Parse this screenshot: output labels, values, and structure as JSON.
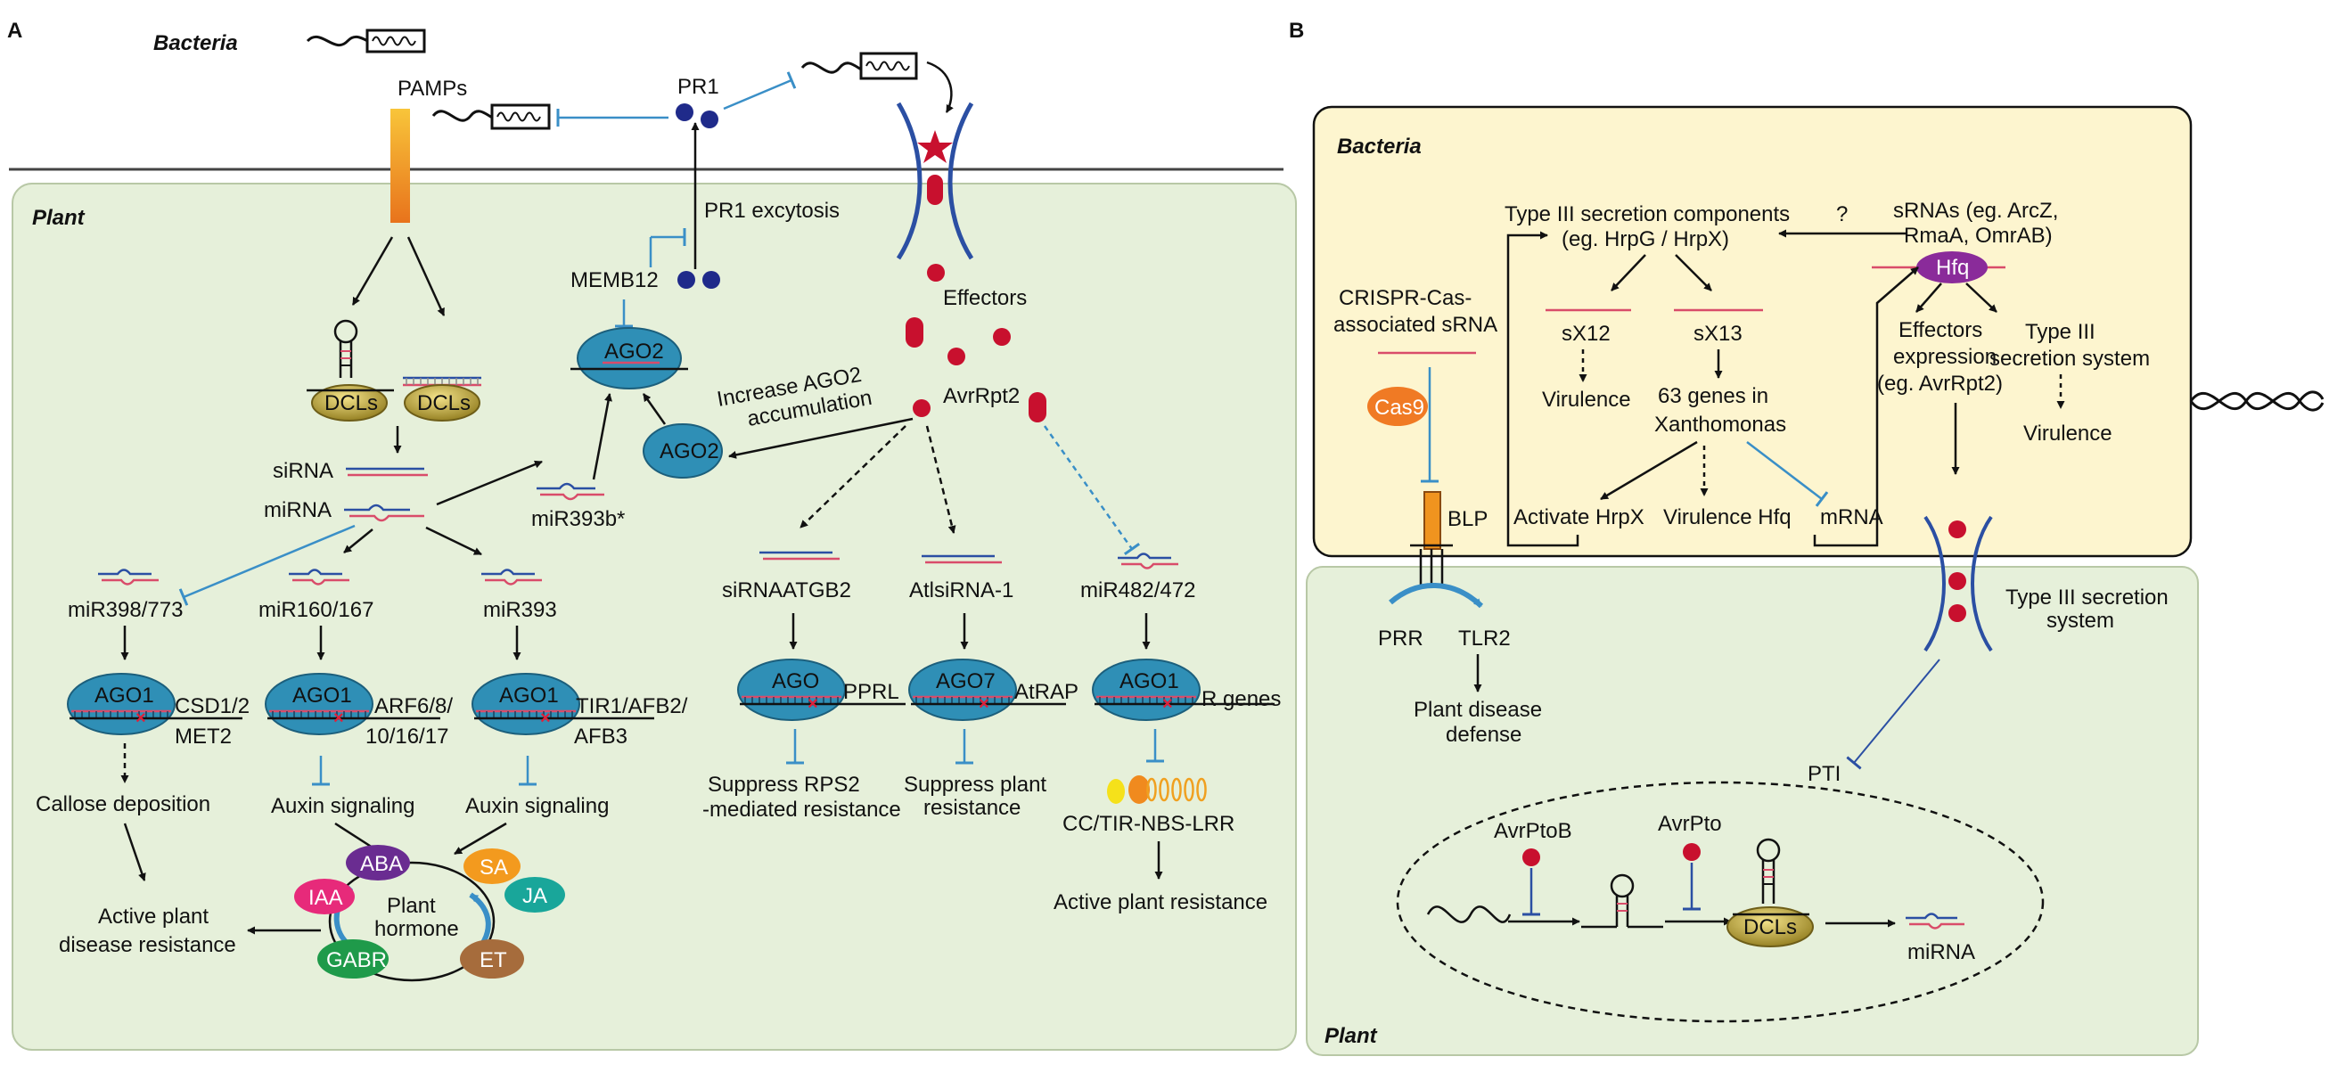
{
  "panel_a": {
    "letter": "A",
    "bacteria_title": "Bacteria",
    "plant_title": "Plant",
    "pamps": "PAMPs",
    "pr1": "PR1",
    "pr1_exocytosis": "PR1 excytosis",
    "memb12": "MEMB12",
    "effectors": "Effectors",
    "avrrpt2": "AvrRpt2",
    "increase_line1": "Increase AGO2",
    "increase_line2": "accumulation",
    "dcls_left": "DCLs",
    "dcls_right": "DCLs",
    "ago2_top": "AGO2",
    "ago2_bottom": "AGO2",
    "sirna": "siRNA",
    "mirna": "miRNA",
    "mir393b": "miR393b*",
    "mir398": "miR398/773",
    "mir160": "miR160/167",
    "mir393": "miR393",
    "ago1_a": "AGO1",
    "ago1_b": "AGO1",
    "ago1_c": "AGO1",
    "csd_line1": "CSD1/2",
    "csd_line2": "MET2",
    "arf_line1": "ARF6/8/",
    "arf_line2": "10/16/17",
    "tir_line1": "TIR1/AFB2/",
    "tir_line2": "AFB3",
    "callose": "Callose deposition",
    "auxin_1": "Auxin signaling",
    "auxin_2": "Auxin signaling",
    "active_line1": "Active plant",
    "active_line2": "disease resistance",
    "hormone_line1": "Plant",
    "hormone_line2": "hormone",
    "aba": "ABA",
    "sa": "SA",
    "iaa": "IAA",
    "ja": "JA",
    "gabr": "GABR",
    "et": "ET",
    "sirna_atgb2": "siRNAATGB2",
    "atlsirna": "AtlsiRNA-1",
    "mir482": "miR482/472",
    "ago": "AGO",
    "ago7": "AGO7",
    "ago1_d": "AGO1",
    "pprl": "PPRL",
    "atrap": "AtRAP",
    "r_genes": "R genes",
    "suppress_rps2_line1": "Suppress RPS2",
    "suppress_rps2_line2": "-mediated resistance",
    "suppress_plant_line1": "Suppress plant",
    "suppress_plant_line2": "resistance",
    "cc_tir": "CC/TIR-NBS-LRR",
    "active_plant_resistance": "Active plant resistance"
  },
  "panel_b": {
    "letter": "B",
    "bacteria_title": "Bacteria",
    "plant_title": "Plant",
    "t3_line1": "Type III secretion components",
    "t3_line2": "(eg. HrpG / HrpX)",
    "question": "?",
    "srnas_line1": "sRNAs (eg. ArcZ,",
    "srnas_line2": "RmaA, OmrAB)",
    "hfq": "Hfq",
    "crispr_line1": "CRISPR-Cas-",
    "crispr_line2": "associated sRNA",
    "cas9": "Cas9",
    "sx12": "sX12",
    "sx13": "sX13",
    "virulence_1": "Virulence",
    "genes_line1": "63 genes in",
    "genes_line2": "Xanthomonas",
    "effectors_line1": "Effectors",
    "effectors_line2": "expression",
    "effectors_line3": "(eg. AvrRpt2)",
    "t3ss_line1": "Type III",
    "t3ss_line2": "secretion system",
    "virulence_2": "Virulence",
    "activate_hrpx": "Activate HrpX",
    "virulence_hfq": "Virulence Hfq",
    "mrna": "mRNA",
    "blp": "BLP",
    "prr": "PRR",
    "tlr2": "TLR2",
    "plant_defense_line1": "Plant disease",
    "plant_defense_line2": "defense",
    "t3_secretion_line1": "Type III secretion",
    "t3_secretion_line2": "system",
    "pti": "PTI",
    "avrptob": "AvrPtoB",
    "avrpto": "AvrPto",
    "dcls": "DCLs",
    "mirna": "miRNA"
  },
  "colors": {
    "plant_bg": "#e6f0da",
    "bacteria_bg": "#fdf5cf",
    "ago_blue": "#2f8fb6",
    "inhibit_blue": "#3a8fc7",
    "effector_red": "#c8102e",
    "pr1_navy": "#1f2a8a",
    "membrane_blue": "#2b4fa3",
    "dcl_gold": "#b89b2a",
    "hfq_purple": "#8a2b9a",
    "cas9_orange": "#f07a24",
    "blp_orange": "#f0941f"
  }
}
